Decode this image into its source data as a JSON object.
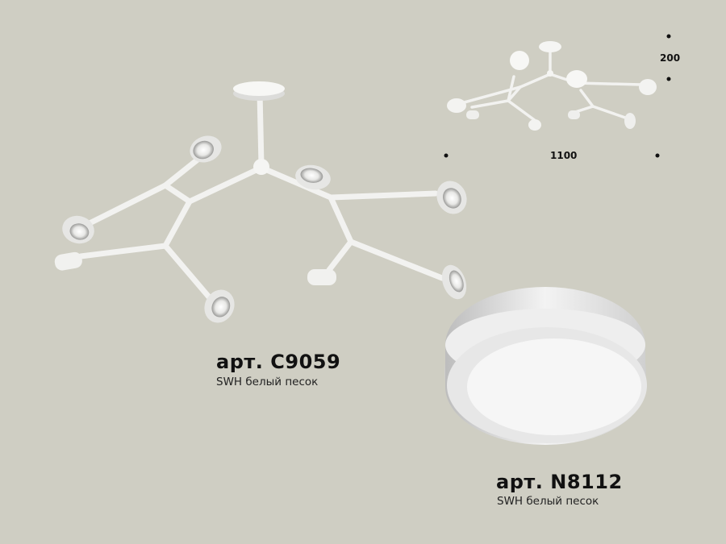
{
  "products": [
    {
      "article": "арт. C9059",
      "finish": "SWH белый песок"
    },
    {
      "article": "арт. N8112",
      "finish": "SWH белый песок"
    }
  ],
  "dimensions": {
    "height": "200",
    "width": "1100"
  },
  "colors": {
    "background": "#cfcec3",
    "fixture": "#f4f4f2"
  }
}
